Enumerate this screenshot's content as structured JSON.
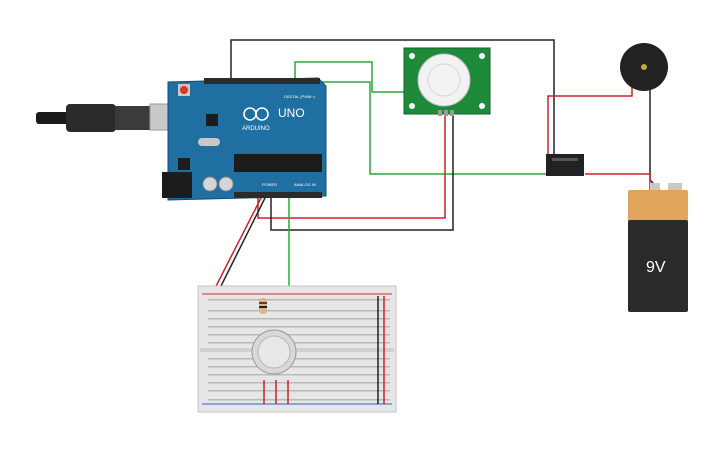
{
  "arduino": {
    "brand": "ARDUINO",
    "model": "UNO",
    "digital_header_label": "DIGITAL (PWM~)",
    "power_label": "POWER",
    "analog_label": "ANALOG IN",
    "colors": {
      "board": "#1f6fa3",
      "header": "#2b2b2b"
    }
  },
  "pir_sensor": {
    "board_color": "#1e8a3a",
    "dome_color": "#f2f2f2"
  },
  "battery": {
    "label": "9V",
    "top_color": "#e0a55a",
    "body_color": "#2a2a2a"
  },
  "buzzer": {
    "color": "#222222"
  },
  "relay": {
    "color": "#222222"
  },
  "gas_sensor": {
    "color": "#d8d8d8"
  },
  "wire_colors": {
    "black": "#222222",
    "red": "#d0202a",
    "green": "#2aa83c"
  }
}
